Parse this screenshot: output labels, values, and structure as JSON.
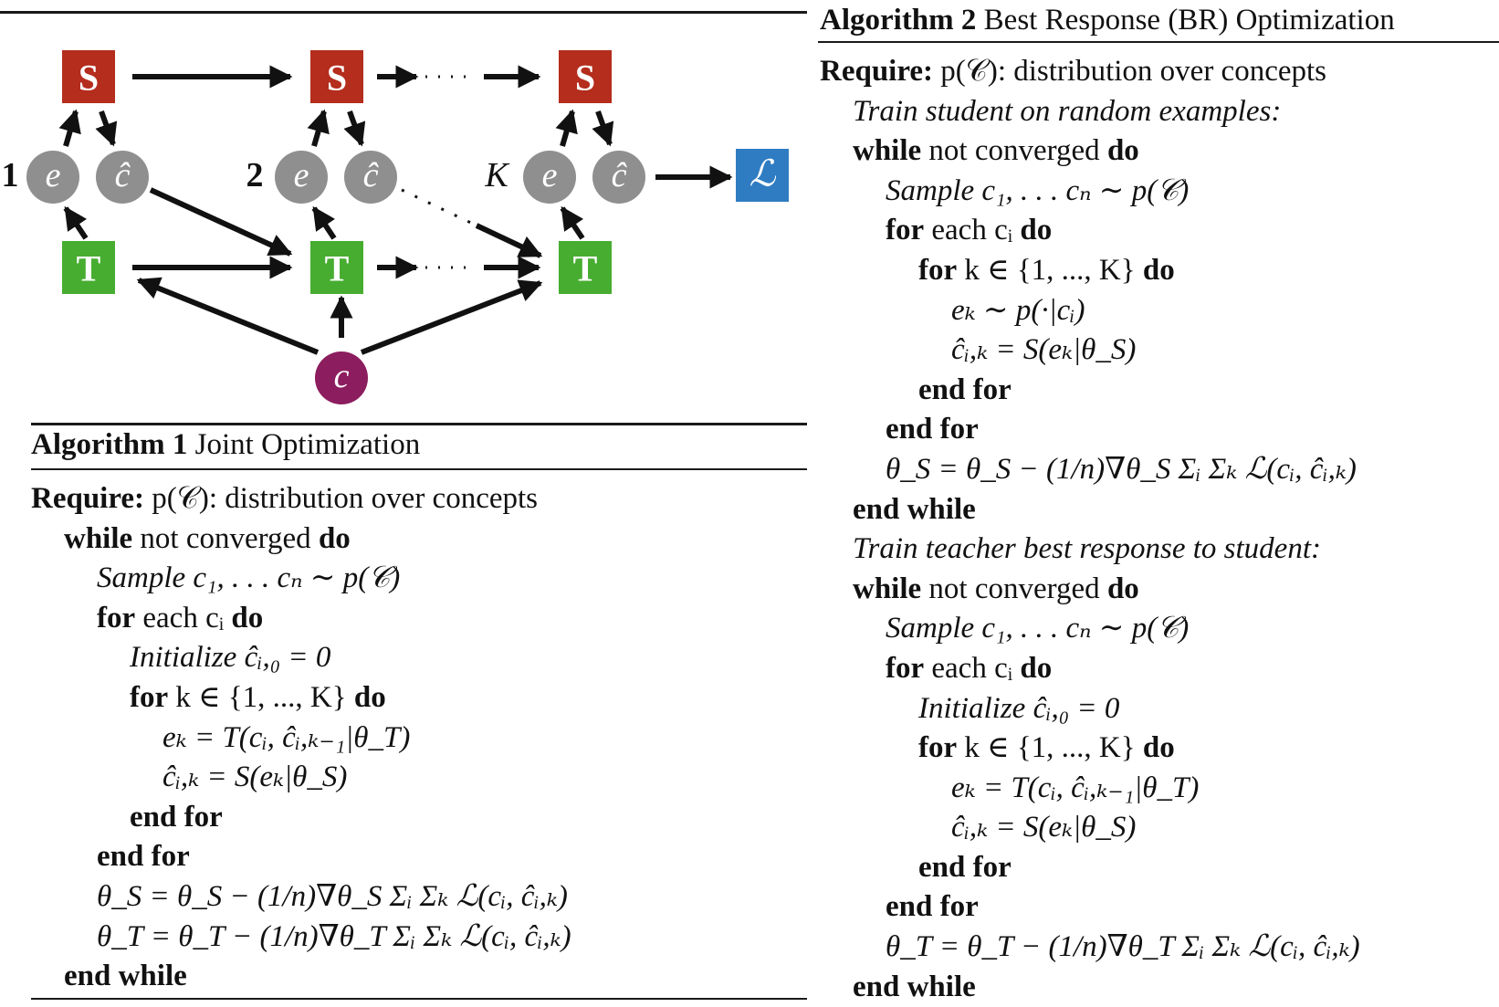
{
  "diagram": {
    "student_label": "S",
    "teacher_label": "T",
    "example_label": "e",
    "prediction_label": "ĉ",
    "concept_label": "c",
    "loss_label": "ℒ",
    "round_labels": [
      "1",
      "2",
      "K"
    ],
    "colors": {
      "student": "#b42d1d",
      "teacher": "#47ad30",
      "concept": "#8c1d5e",
      "loss": "#2f7cc2",
      "latent": "#8f8f8f",
      "arrow": "#111111"
    }
  },
  "algorithm1": {
    "label": "Algorithm 1",
    "title": "Joint Optimization",
    "lines": [
      {
        "level": 0,
        "style": "plain",
        "kw": "Require:",
        "text": " p(𝒞): distribution over concepts",
        "kw2": ""
      },
      {
        "level": 1,
        "style": "plain",
        "kw": "while",
        "text": " not converged ",
        "kw2": "do"
      },
      {
        "level": 2,
        "style": "math",
        "kw": "",
        "text": "Sample c₁, . . . cₙ ∼ p(𝒞)",
        "kw2": ""
      },
      {
        "level": 2,
        "style": "plain",
        "kw": "for",
        "text": " each cᵢ ",
        "kw2": "do"
      },
      {
        "level": 3,
        "style": "math",
        "kw": "",
        "text": "Initialize ĉᵢ,₀ = 0",
        "kw2": ""
      },
      {
        "level": 3,
        "style": "plain",
        "kw": "for",
        "text": " k ∈ {1, ..., K} ",
        "kw2": "do"
      },
      {
        "level": 4,
        "style": "math",
        "kw": "",
        "text": "eₖ = T(cᵢ, ĉᵢ,ₖ₋₁|θ_T)",
        "kw2": ""
      },
      {
        "level": 4,
        "style": "math",
        "kw": "",
        "text": "ĉᵢ,ₖ = S(eₖ|θ_S)",
        "kw2": ""
      },
      {
        "level": 3,
        "style": "plain",
        "kw": "end for",
        "text": "",
        "kw2": ""
      },
      {
        "level": 2,
        "style": "plain",
        "kw": "end for",
        "text": "",
        "kw2": ""
      },
      {
        "level": 2,
        "style": "math",
        "kw": "",
        "text": "θ_S = θ_S − (1/n)∇θ_S Σᵢ Σₖ ℒ(cᵢ, ĉᵢ,ₖ)",
        "kw2": ""
      },
      {
        "level": 2,
        "style": "math",
        "kw": "",
        "text": "θ_T = θ_T − (1/n)∇θ_T Σᵢ Σₖ ℒ(cᵢ, ĉᵢ,ₖ)",
        "kw2": ""
      },
      {
        "level": 1,
        "style": "plain",
        "kw": "end while",
        "text": "",
        "kw2": ""
      }
    ]
  },
  "algorithm2": {
    "label": "Algorithm 2",
    "title": "Best Response (BR) Optimization",
    "lines": [
      {
        "level": 0,
        "style": "plain",
        "kw": "Require:",
        "text": " p(𝒞): distribution over concepts",
        "kw2": ""
      },
      {
        "level": 1,
        "style": "comment",
        "kw": "",
        "text": "Train student on random examples:",
        "kw2": ""
      },
      {
        "level": 1,
        "style": "plain",
        "kw": "while",
        "text": " not converged ",
        "kw2": "do"
      },
      {
        "level": 2,
        "style": "math",
        "kw": "",
        "text": "Sample c₁, . . . cₙ ∼ p(𝒞)",
        "kw2": ""
      },
      {
        "level": 2,
        "style": "plain",
        "kw": "for",
        "text": " each cᵢ ",
        "kw2": "do"
      },
      {
        "level": 3,
        "style": "plain",
        "kw": "for",
        "text": " k ∈ {1, ..., K} ",
        "kw2": "do"
      },
      {
        "level": 4,
        "style": "math",
        "kw": "",
        "text": "eₖ ∼ p(·|cᵢ)",
        "kw2": ""
      },
      {
        "level": 4,
        "style": "math",
        "kw": "",
        "text": "ĉᵢ,ₖ = S(eₖ|θ_S)",
        "kw2": ""
      },
      {
        "level": 3,
        "style": "plain",
        "kw": "end for",
        "text": "",
        "kw2": ""
      },
      {
        "level": 2,
        "style": "plain",
        "kw": "end for",
        "text": "",
        "kw2": ""
      },
      {
        "level": 2,
        "style": "math",
        "kw": "",
        "text": "θ_S = θ_S − (1/n)∇θ_S Σᵢ Σₖ ℒ(cᵢ, ĉᵢ,ₖ)",
        "kw2": ""
      },
      {
        "level": 1,
        "style": "plain",
        "kw": "end while",
        "text": "",
        "kw2": ""
      },
      {
        "level": 1,
        "style": "comment",
        "kw": "",
        "text": "Train teacher best response to student:",
        "kw2": ""
      },
      {
        "level": 1,
        "style": "plain",
        "kw": "while",
        "text": " not converged ",
        "kw2": "do"
      },
      {
        "level": 2,
        "style": "math",
        "kw": "",
        "text": "Sample c₁, . . . cₙ ∼ p(𝒞)",
        "kw2": ""
      },
      {
        "level": 2,
        "style": "plain",
        "kw": "for",
        "text": " each cᵢ ",
        "kw2": "do"
      },
      {
        "level": 3,
        "style": "math",
        "kw": "",
        "text": "Initialize ĉᵢ,₀ = 0",
        "kw2": ""
      },
      {
        "level": 3,
        "style": "plain",
        "kw": "for",
        "text": " k ∈ {1, ..., K} ",
        "kw2": "do"
      },
      {
        "level": 4,
        "style": "math",
        "kw": "",
        "text": "eₖ = T(cᵢ, ĉᵢ,ₖ₋₁|θ_T)",
        "kw2": ""
      },
      {
        "level": 4,
        "style": "math",
        "kw": "",
        "text": "ĉᵢ,ₖ = S(eₖ|θ_S)",
        "kw2": ""
      },
      {
        "level": 3,
        "style": "plain",
        "kw": "end for",
        "text": "",
        "kw2": ""
      },
      {
        "level": 2,
        "style": "plain",
        "kw": "end for",
        "text": "",
        "kw2": ""
      },
      {
        "level": 2,
        "style": "math",
        "kw": "",
        "text": "θ_T = θ_T − (1/n)∇θ_T Σᵢ Σₖ ℒ(cᵢ, ĉᵢ,ₖ)",
        "kw2": ""
      },
      {
        "level": 1,
        "style": "plain",
        "kw": "end while",
        "text": "",
        "kw2": ""
      }
    ]
  }
}
